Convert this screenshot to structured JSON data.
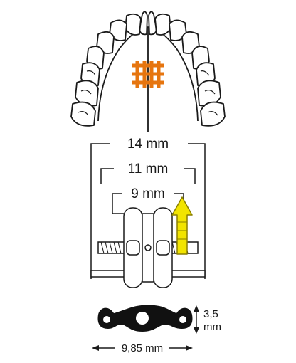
{
  "labels": {
    "width_14": "14 mm",
    "width_11": "11 mm",
    "width_9": "9 mm",
    "thickness_value": "3,5",
    "thickness_unit": "mm",
    "length": "9,85 mm"
  },
  "colors": {
    "line": "#1a1a1a",
    "expander": "#e6750f",
    "arrow_fill": "#f2e400",
    "arrow_stroke": "#8a7f00",
    "background": "#ffffff"
  },
  "icons": [
    "upper-jaw-icon",
    "palatal-expander-icon",
    "activation-arrow-icon",
    "expander-screw-icon",
    "chain-link-icon"
  ]
}
